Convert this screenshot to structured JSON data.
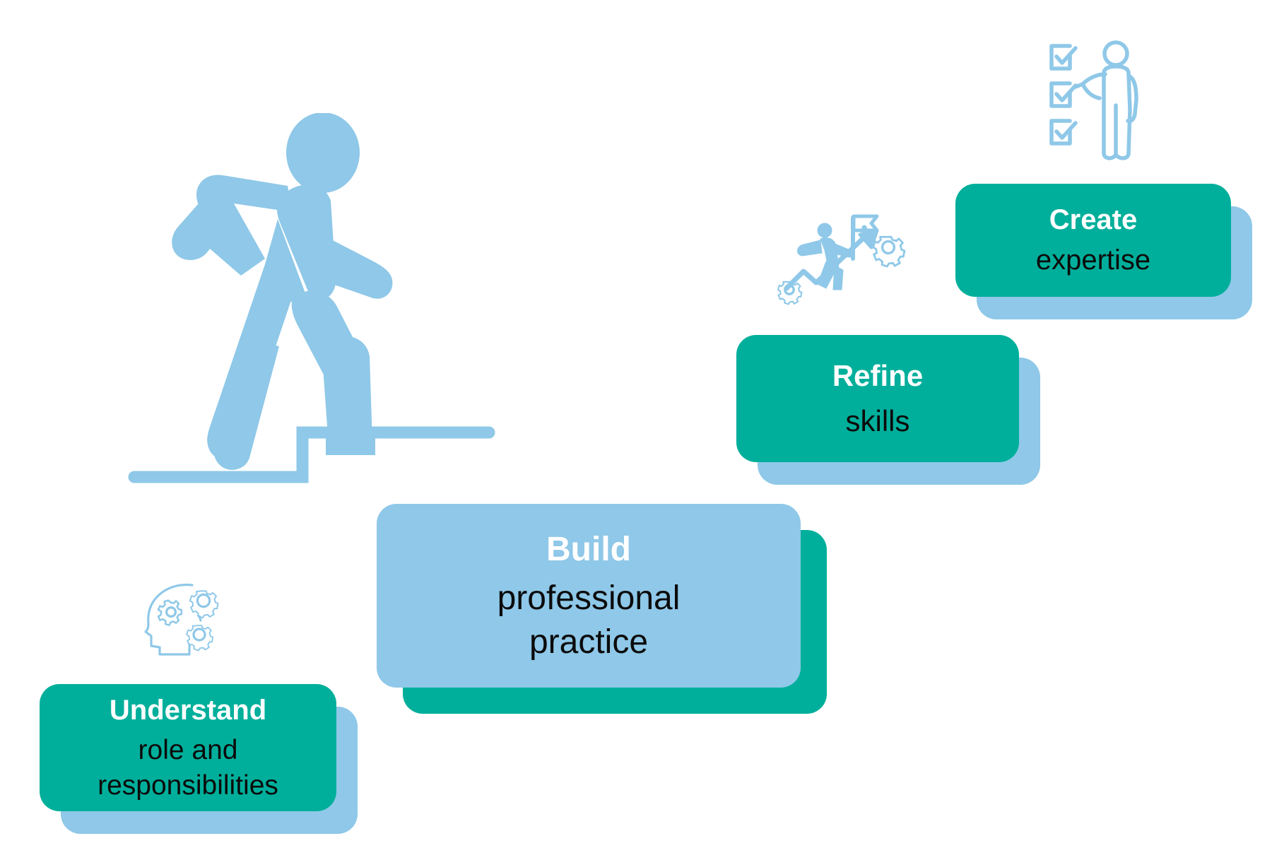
{
  "theme": {
    "teal": "#00AF9B",
    "light_blue": "#8FC8E8",
    "white": "#FFFFFF",
    "text_dark": "#0B0B0B",
    "background": "#FFFFFF"
  },
  "diagram": {
    "type": "staircase-progression",
    "step_count": 4,
    "description": "Four-step career progression staircase with a walking figure climbing stairs"
  },
  "steps": [
    {
      "index": 1,
      "title": "Understand",
      "subtitle": "role and responsibilities",
      "subtitle_lines": [
        "role and",
        "responsibilities"
      ],
      "card_fill": "#00AF9B",
      "shadow_fill": "#8FC8E8",
      "title_color": "#FFFFFF",
      "subtitle_color": "#0B0B0B",
      "icon": "head-with-gears-icon"
    },
    {
      "index": 2,
      "title": "Build",
      "subtitle": "professional practice",
      "subtitle_lines": [
        "professional",
        "practice"
      ],
      "card_fill": "#8FC8E8",
      "shadow_fill": "#00AF9B",
      "title_color": "#FFFFFF",
      "subtitle_color": "#0B0B0B",
      "icon": "none"
    },
    {
      "index": 3,
      "title": "Refine",
      "subtitle": "skills",
      "subtitle_lines": [
        "skills"
      ],
      "card_fill": "#00AF9B",
      "shadow_fill": "#8FC8E8",
      "title_color": "#FFFFFF",
      "subtitle_color": "#0B0B0B",
      "icon": "person-climbing-arrow-with-flag-and-gears-icon"
    },
    {
      "index": 4,
      "title": "Create",
      "subtitle": "expertise",
      "subtitle_lines": [
        "expertise"
      ],
      "card_fill": "#00AF9B",
      "shadow_fill": "#8FC8E8",
      "title_color": "#FFFFFF",
      "subtitle_color": "#0B0B0B",
      "icon": "person-with-checklist-icon"
    }
  ],
  "icons": {
    "head_gears": "head-with-gears-icon",
    "growth_arrow": "person-climbing-arrow-with-flag-and-gears-icon",
    "checklist_person": "person-with-checklist-icon",
    "walking_figure": "walking-person-climbing-stairs-icon",
    "stairs": "stairs-outline-icon"
  }
}
